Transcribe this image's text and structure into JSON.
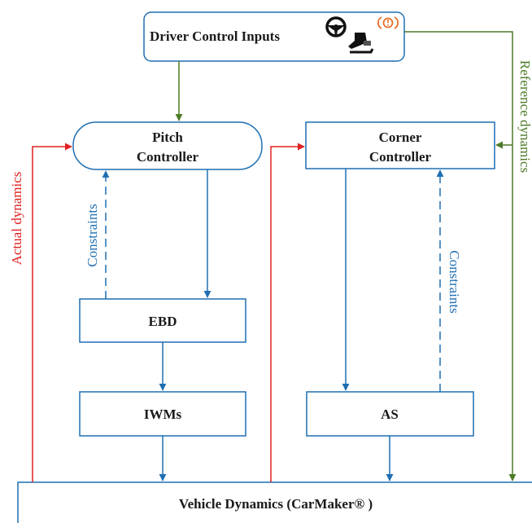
{
  "colors": {
    "box_border": "#1f6fb2",
    "control_flow": "#1f6fb2",
    "actual_dynamics": "#e02020",
    "reference_dynamics": "#4d7a28",
    "icon_orange": "#e8702a",
    "text": "#1a1a1a"
  },
  "nodes": {
    "driver_inputs": "Driver Control Inputs",
    "pitch_controller": [
      "Pitch",
      "Controller"
    ],
    "corner_controller": [
      "Corner",
      "Controller"
    ],
    "ebd": "EBD",
    "iwms": "IWMs",
    "as": "AS",
    "vehicle_dynamics": "Vehicle Dynamics (CarMaker® )"
  },
  "labels": {
    "actual_dynamics": "Actual dynamics",
    "reference_dynamics": "Reference dynamics",
    "constraints_left": "Constraints",
    "constraints_right": "Constraints"
  },
  "icons": [
    "steering-wheel-icon",
    "pedal-foot-icon",
    "brake-warning-icon"
  ]
}
